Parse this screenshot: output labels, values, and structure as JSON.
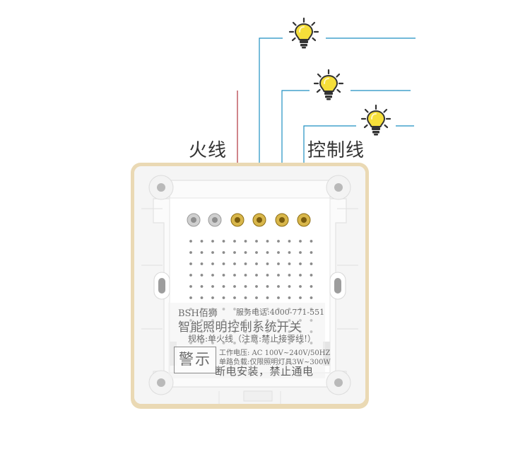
{
  "labels": {
    "live_wire": "火线",
    "control_wire": "控制线"
  },
  "sticker": {
    "brand": "BSH佰狮",
    "service_tel": "服务电话:4000-771-551",
    "product_name": "智能照明控制系统开关",
    "spec": "规格:单火线（注意:禁止接零线!）",
    "warning": "警示",
    "voltage": "工作电压: AC 100V~240V/50HZ",
    "load": "单路负载:仅限照明灯具3W~300W",
    "notice": "断电安装，禁止通电"
  },
  "colors": {
    "live_wire": "#b0343c",
    "control_wire": "#1f8fc2",
    "bulb": "#f6df3a",
    "terminal": "#c9a230",
    "panel_frame": "#ead9b4"
  },
  "icons": [
    "light-bulb-icon",
    "light-bulb-icon",
    "light-bulb-icon"
  ]
}
